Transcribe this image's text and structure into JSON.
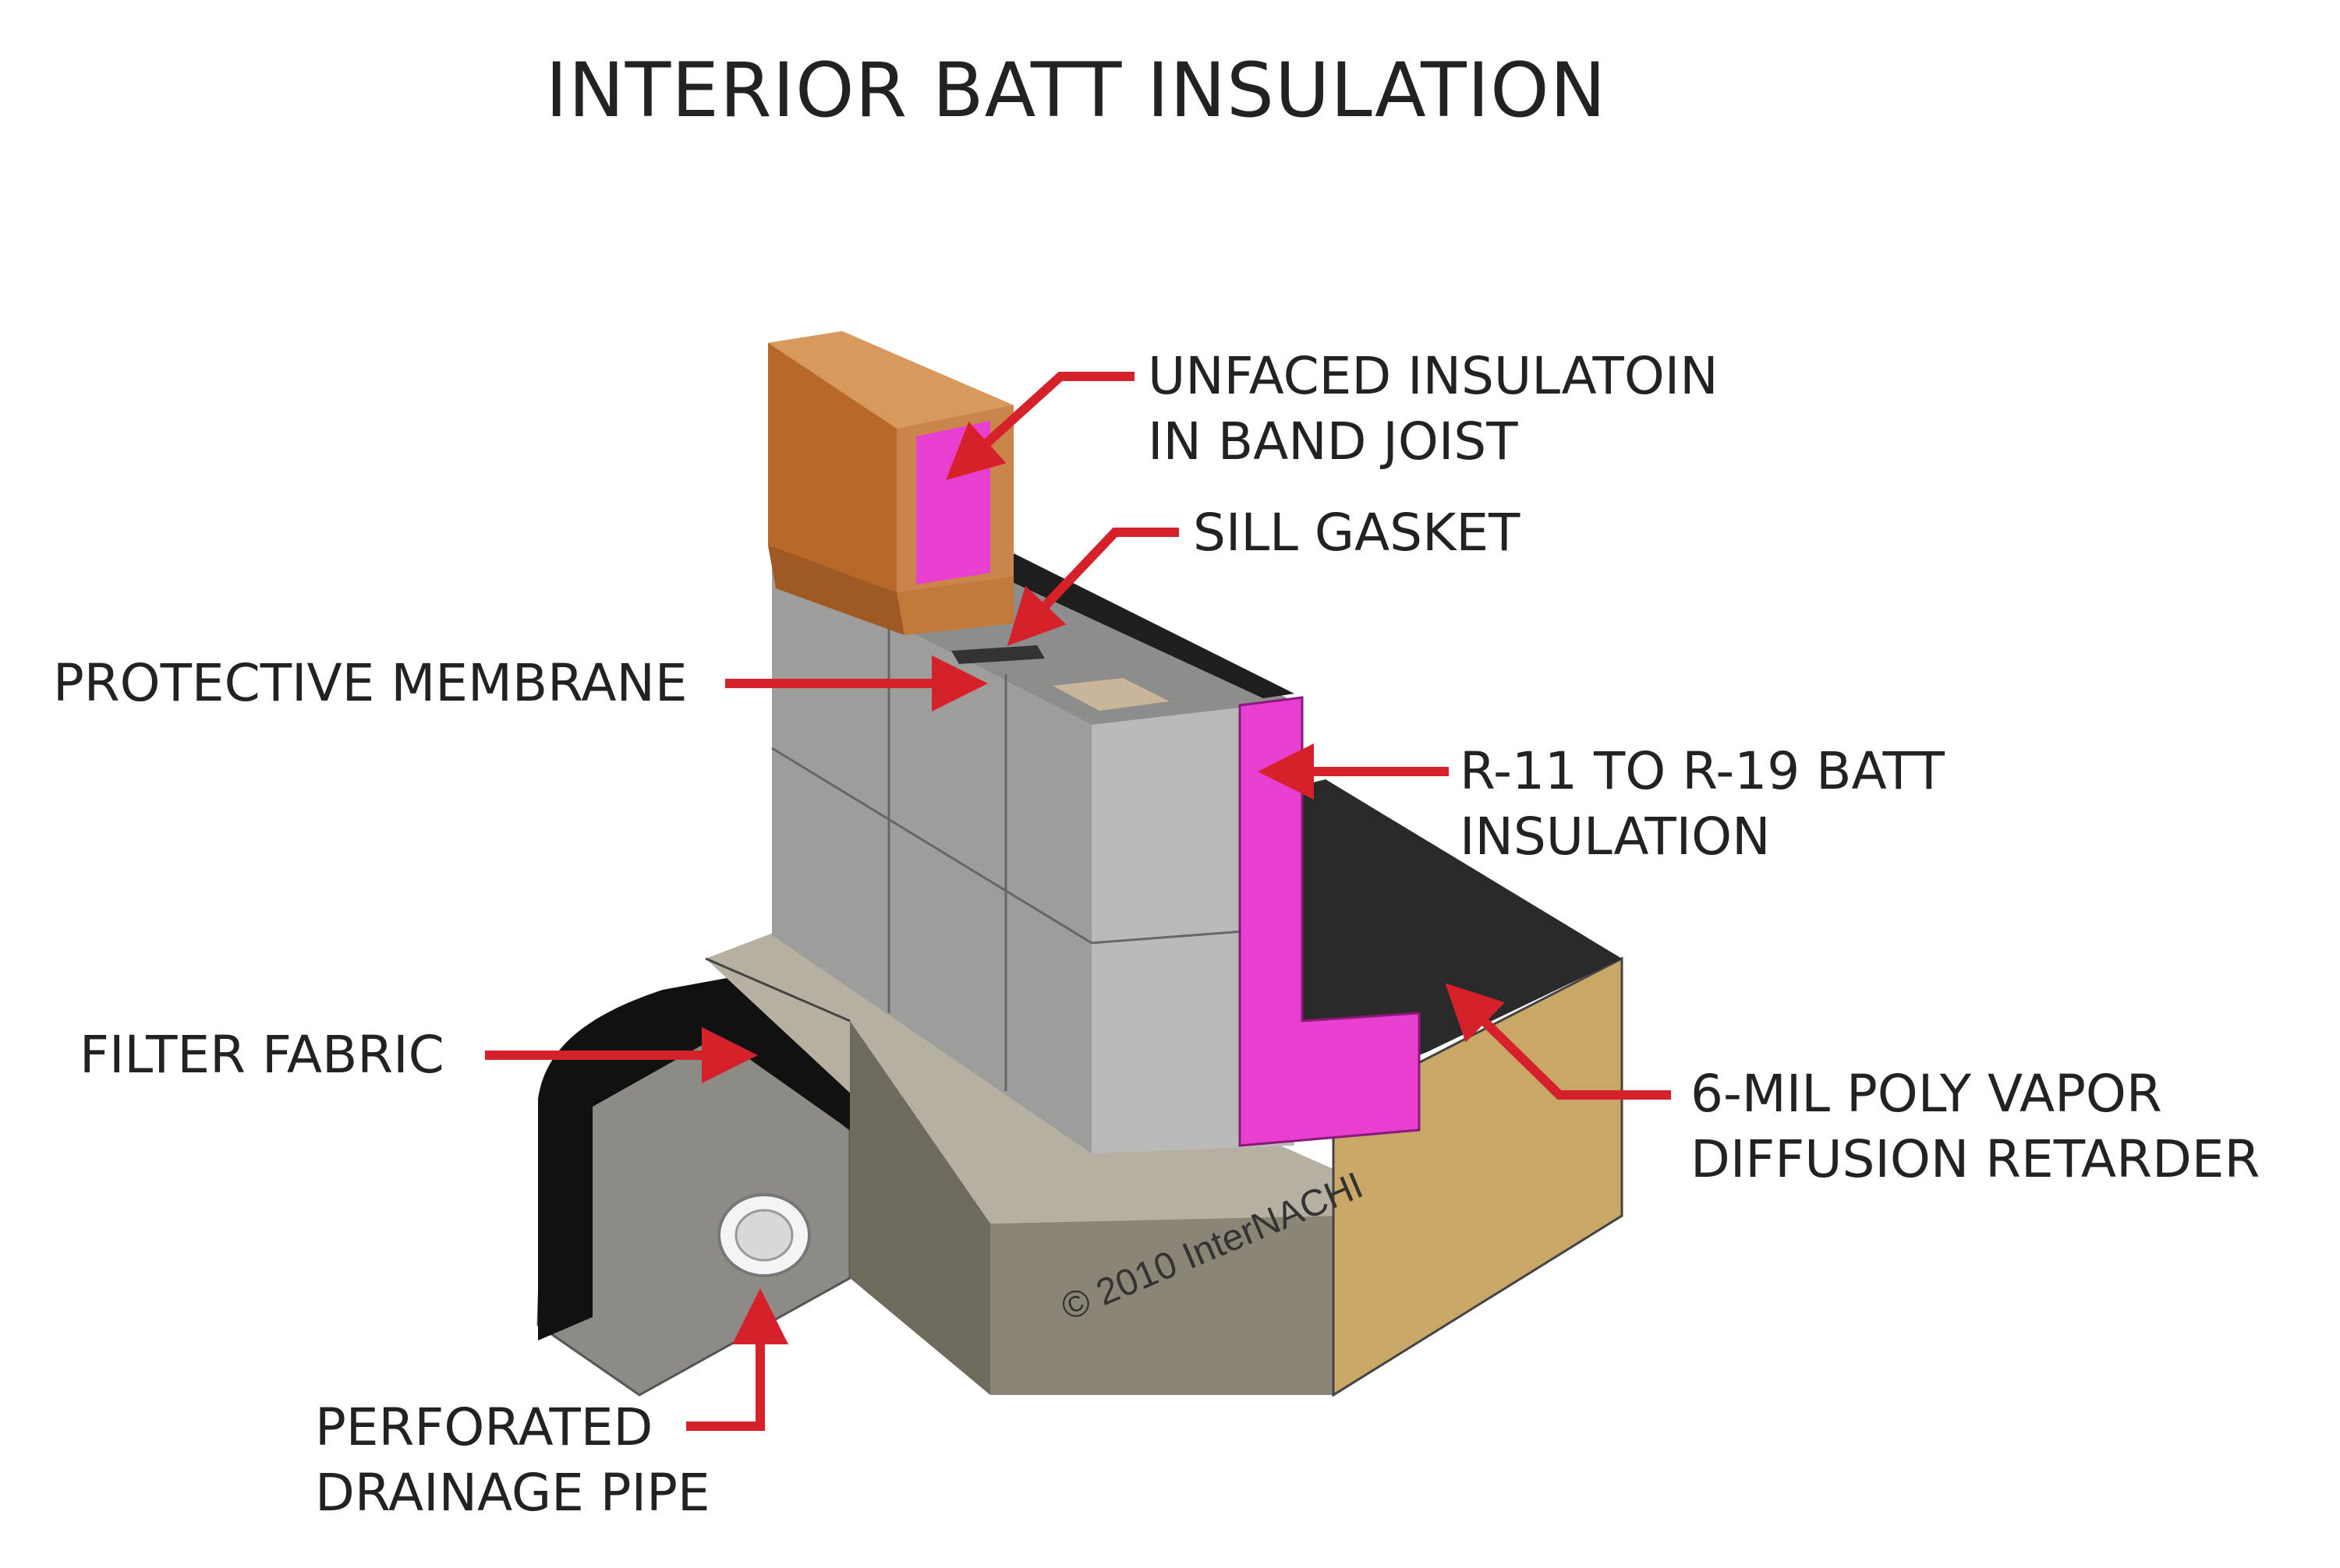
{
  "title": "INTERIOR BATT INSULATION",
  "labels": {
    "band_joist": [
      "UNFACED INSULATOIN",
      "IN BAND JOIST"
    ],
    "sill_gasket": "SILL GASKET",
    "protective_membrane": "PROTECTIVE MEMBRANE",
    "batt_insulation": [
      "R-11 TO R-19 BATT",
      "INSULATION"
    ],
    "filter_fabric": "FILTER FABRIC",
    "vapor_retarder": [
      "6-MIL POLY VAPOR",
      "DIFFUSION RETARDER"
    ],
    "drainage_pipe": [
      "PERFORATED",
      "DRAINAGE PIPE"
    ]
  },
  "watermark": "© 2010 InterNACHI",
  "colors": {
    "arrow": "#d6202a",
    "insulation": "#e83fd0",
    "wood": "#b8692a",
    "concrete": "#a9aaa8",
    "footing": "#8a8577",
    "soil": "#c9a867",
    "membrane": "#2a2a2a"
  }
}
